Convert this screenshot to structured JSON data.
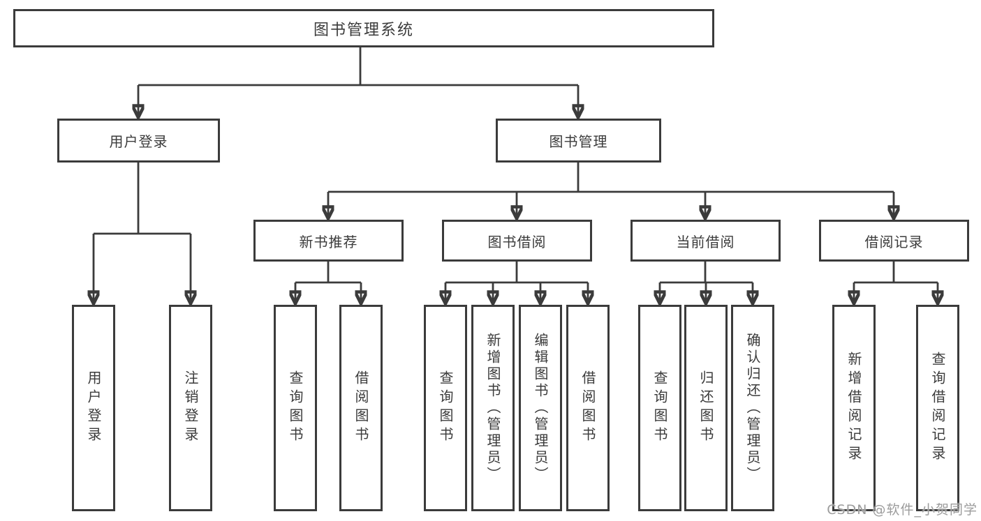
{
  "tree": {
    "root": {
      "label": "图书管理系统",
      "children": [
        {
          "label": "用户登录",
          "children": [
            {
              "label": "用户登录"
            },
            {
              "label": "注销登录"
            }
          ]
        },
        {
          "label": "图书管理",
          "children": [
            {
              "label": "新书推荐",
              "children": [
                {
                  "label": "查询图书"
                },
                {
                  "label": "借阅图书"
                }
              ]
            },
            {
              "label": "图书借阅",
              "children": [
                {
                  "label": "查询图书"
                },
                {
                  "label": "新增图书（管理员）"
                },
                {
                  "label": "编辑图书（管理员）"
                },
                {
                  "label": "借阅图书"
                }
              ]
            },
            {
              "label": "当前借阅",
              "children": [
                {
                  "label": "查询图书"
                },
                {
                  "label": "归还图书"
                },
                {
                  "label": "确认归还（管理员）"
                }
              ]
            },
            {
              "label": "借阅记录",
              "children": [
                {
                  "label": "新增借阅记录"
                },
                {
                  "label": "查询借阅记录"
                }
              ]
            }
          ]
        }
      ]
    }
  },
  "watermark": "CSDN @软件_小贺同学",
  "colors": {
    "line": "#3b3b3b",
    "text": "#3b3b3b",
    "node_background": "#ffffff",
    "watermark": "#9c9c9c",
    "page_background": "#ffffff"
  }
}
